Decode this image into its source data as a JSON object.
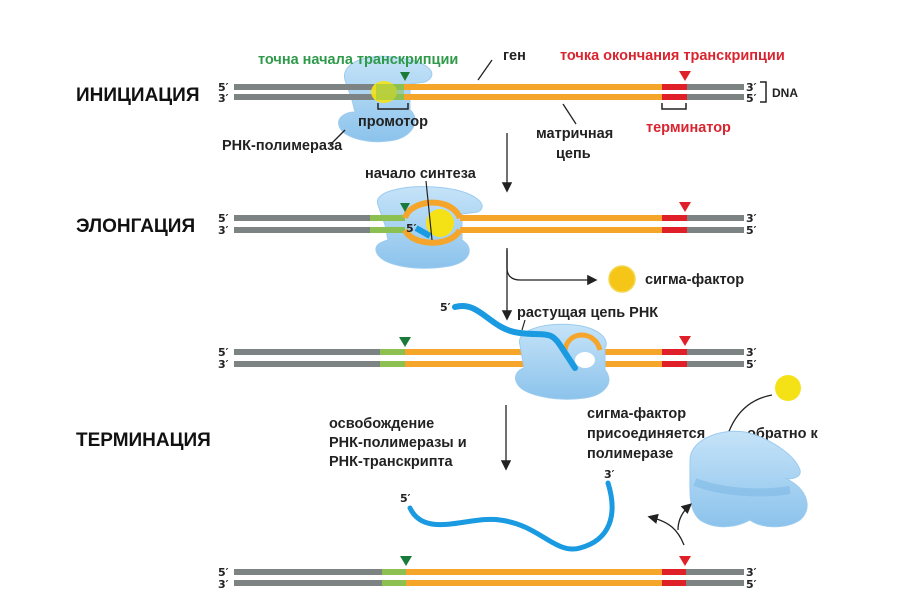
{
  "stages": {
    "initiation": "ИНИЦИАЦИЯ",
    "elongation": "ЭЛОНГАЦИЯ",
    "termination": "ТЕРМИНАЦИЯ"
  },
  "labels": {
    "transcription_start": "точна начала транскрипции",
    "gene": "ген",
    "transcription_end": "точка окончания транскрипции",
    "dna": "DNA",
    "promoter": "промотор",
    "rna_polymerase": "РНК-полимераза",
    "template_strand_line1": "матричная",
    "template_strand_line2": "цепь",
    "terminator": "терминатор",
    "synthesis_start": "начало синтеза",
    "sigma_factor": "сигма-фактор",
    "growing_rna": "растущая цепь РНК",
    "release_line1": "освобождение",
    "release_line2": "РНК-полимеразы и",
    "release_line3": "РНК-транскрипта",
    "sigma_rejoin_line1": "сигма-фактор",
    "sigma_rejoin_line2": "присоединяется",
    "sigma_rejoin_line3": "полимеразе",
    "sigma_rejoin_back": "обратно к"
  },
  "strand_ends": {
    "five_prime": "5′",
    "three_prime": "3′"
  },
  "colors": {
    "dna_flank": "#7d8383",
    "gene": "#f5a52a",
    "promoter": "#8cc152",
    "terminator": "#e02028",
    "rna": "#1a9ae0",
    "polymerase": "#a9d4f2",
    "polymerase_dark": "#7fb9e6",
    "sigma": "#f5e216",
    "start_marker": "#1a7a3a",
    "end_marker": "#e02028"
  }
}
